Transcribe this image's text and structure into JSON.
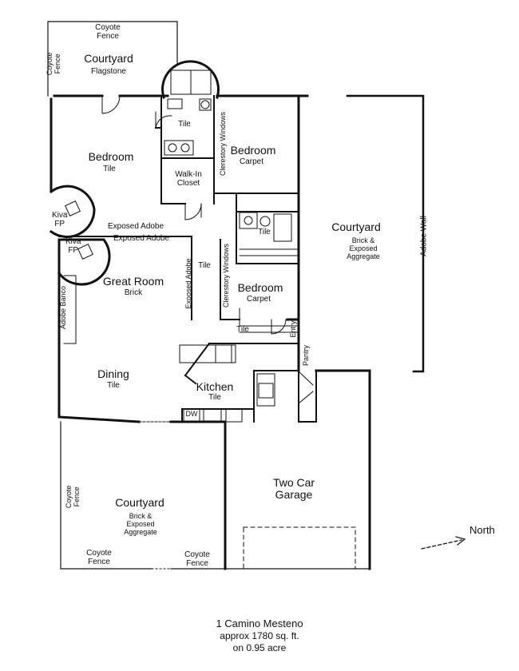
{
  "rooms": {
    "courtyard_top": {
      "name": "Courtyard",
      "surface": "Flagstone"
    },
    "bedroom_left": {
      "name": "Bedroom",
      "surface": "Tile"
    },
    "bedroom_mid": {
      "name": "Bedroom",
      "surface": "Carpet"
    },
    "bath_top": {
      "surface": "Tile"
    },
    "walkin_closet": {
      "name": "Walk-In\nCloset"
    },
    "bath_right": {
      "surface": "Tile"
    },
    "courtyard_right": {
      "name": "Courtyard",
      "surface": "Brick &\nExposed\nAggregate"
    },
    "great_room": {
      "name": "Great Room",
      "surface": "Brick"
    },
    "bedroom_lower": {
      "name": "Bedroom",
      "surface": "Carpet"
    },
    "hall_tile_1": {
      "surface": "Tile"
    },
    "hall_tile_2": {
      "surface": "Tile"
    },
    "dining": {
      "name": "Dining",
      "surface": "Tile"
    },
    "kitchen": {
      "name": "Kitchen",
      "surface": "Tile"
    },
    "garage": {
      "name": "Two Car\nGarage"
    },
    "courtyard_bottom": {
      "name": "Courtyard",
      "surface": "Brick &\nExposed\nAggregate"
    }
  },
  "labels": {
    "coyote_fence": "Coyote\nFence",
    "kiva_fp": "Kiva\nFP",
    "exposed_adobe": "Exposed Adobe",
    "clerestory_windows": "Clerestory Windows",
    "adobe_wall": "Adobe Wall",
    "adobe_banco": "Adobe Banco",
    "entry": "Entry",
    "pantry": "Pantry",
    "dw": "DW"
  },
  "north": "North",
  "footer": {
    "address": "1 Camino Mesteno",
    "area": "approx 1780 sq. ft.",
    "lot": "on 0.95 acre"
  }
}
